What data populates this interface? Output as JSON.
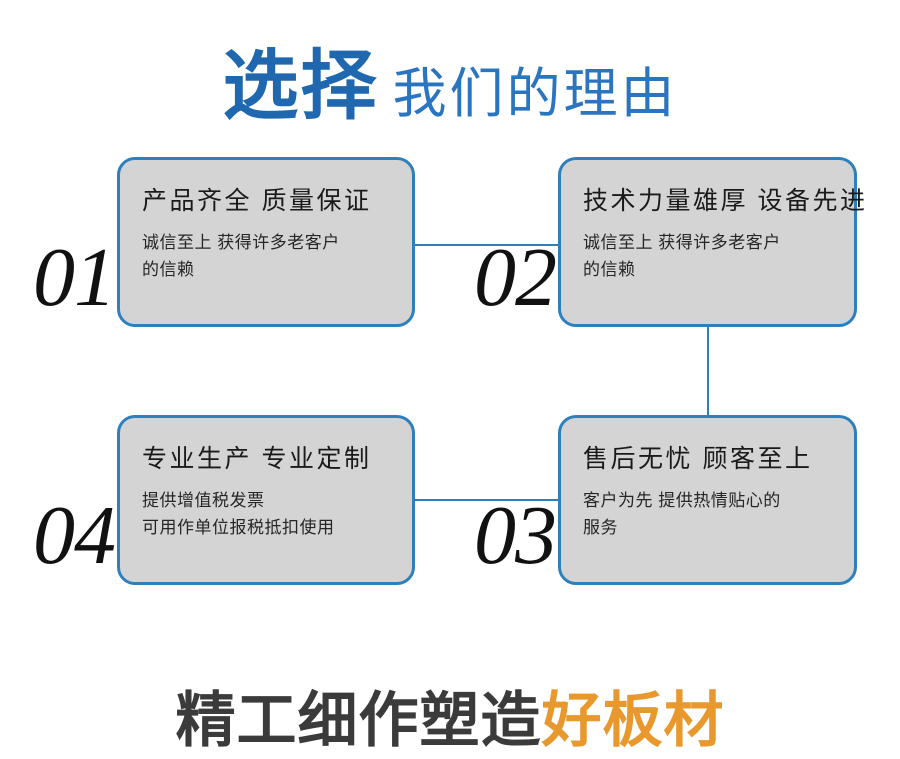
{
  "header": {
    "strong_text": "选择",
    "light_text": "我们的理由",
    "strong_color": "#1f68b0",
    "light_color": "#2b74bf"
  },
  "cards": [
    {
      "number": "01",
      "title": "产品齐全 质量保证",
      "body_lines": [
        "诚信至上 获得许多老客户",
        "的信赖"
      ]
    },
    {
      "number": "02",
      "title": "技术力量雄厚 设备先进",
      "body_lines": [
        "诚信至上 获得许多老客户",
        "的信赖"
      ]
    },
    {
      "number": "03",
      "title": "售后无忧 顾客至上",
      "body_lines": [
        "客户为先 提供热情贴心的",
        "服务"
      ]
    },
    {
      "number": "04",
      "title": "专业生产 专业定制",
      "body_lines": [
        "提供增值税发票",
        "可用作单位报税抵扣使用"
      ]
    }
  ],
  "footer": {
    "dark_text": "精工细作塑造",
    "accent_text": "好板材",
    "dark_color": "#3b3b3b",
    "accent_color": "#e8982c"
  },
  "style": {
    "card_fill": "#d4d4d4",
    "card_border": "#2e80bd",
    "connector_color": "#2e80bd"
  }
}
